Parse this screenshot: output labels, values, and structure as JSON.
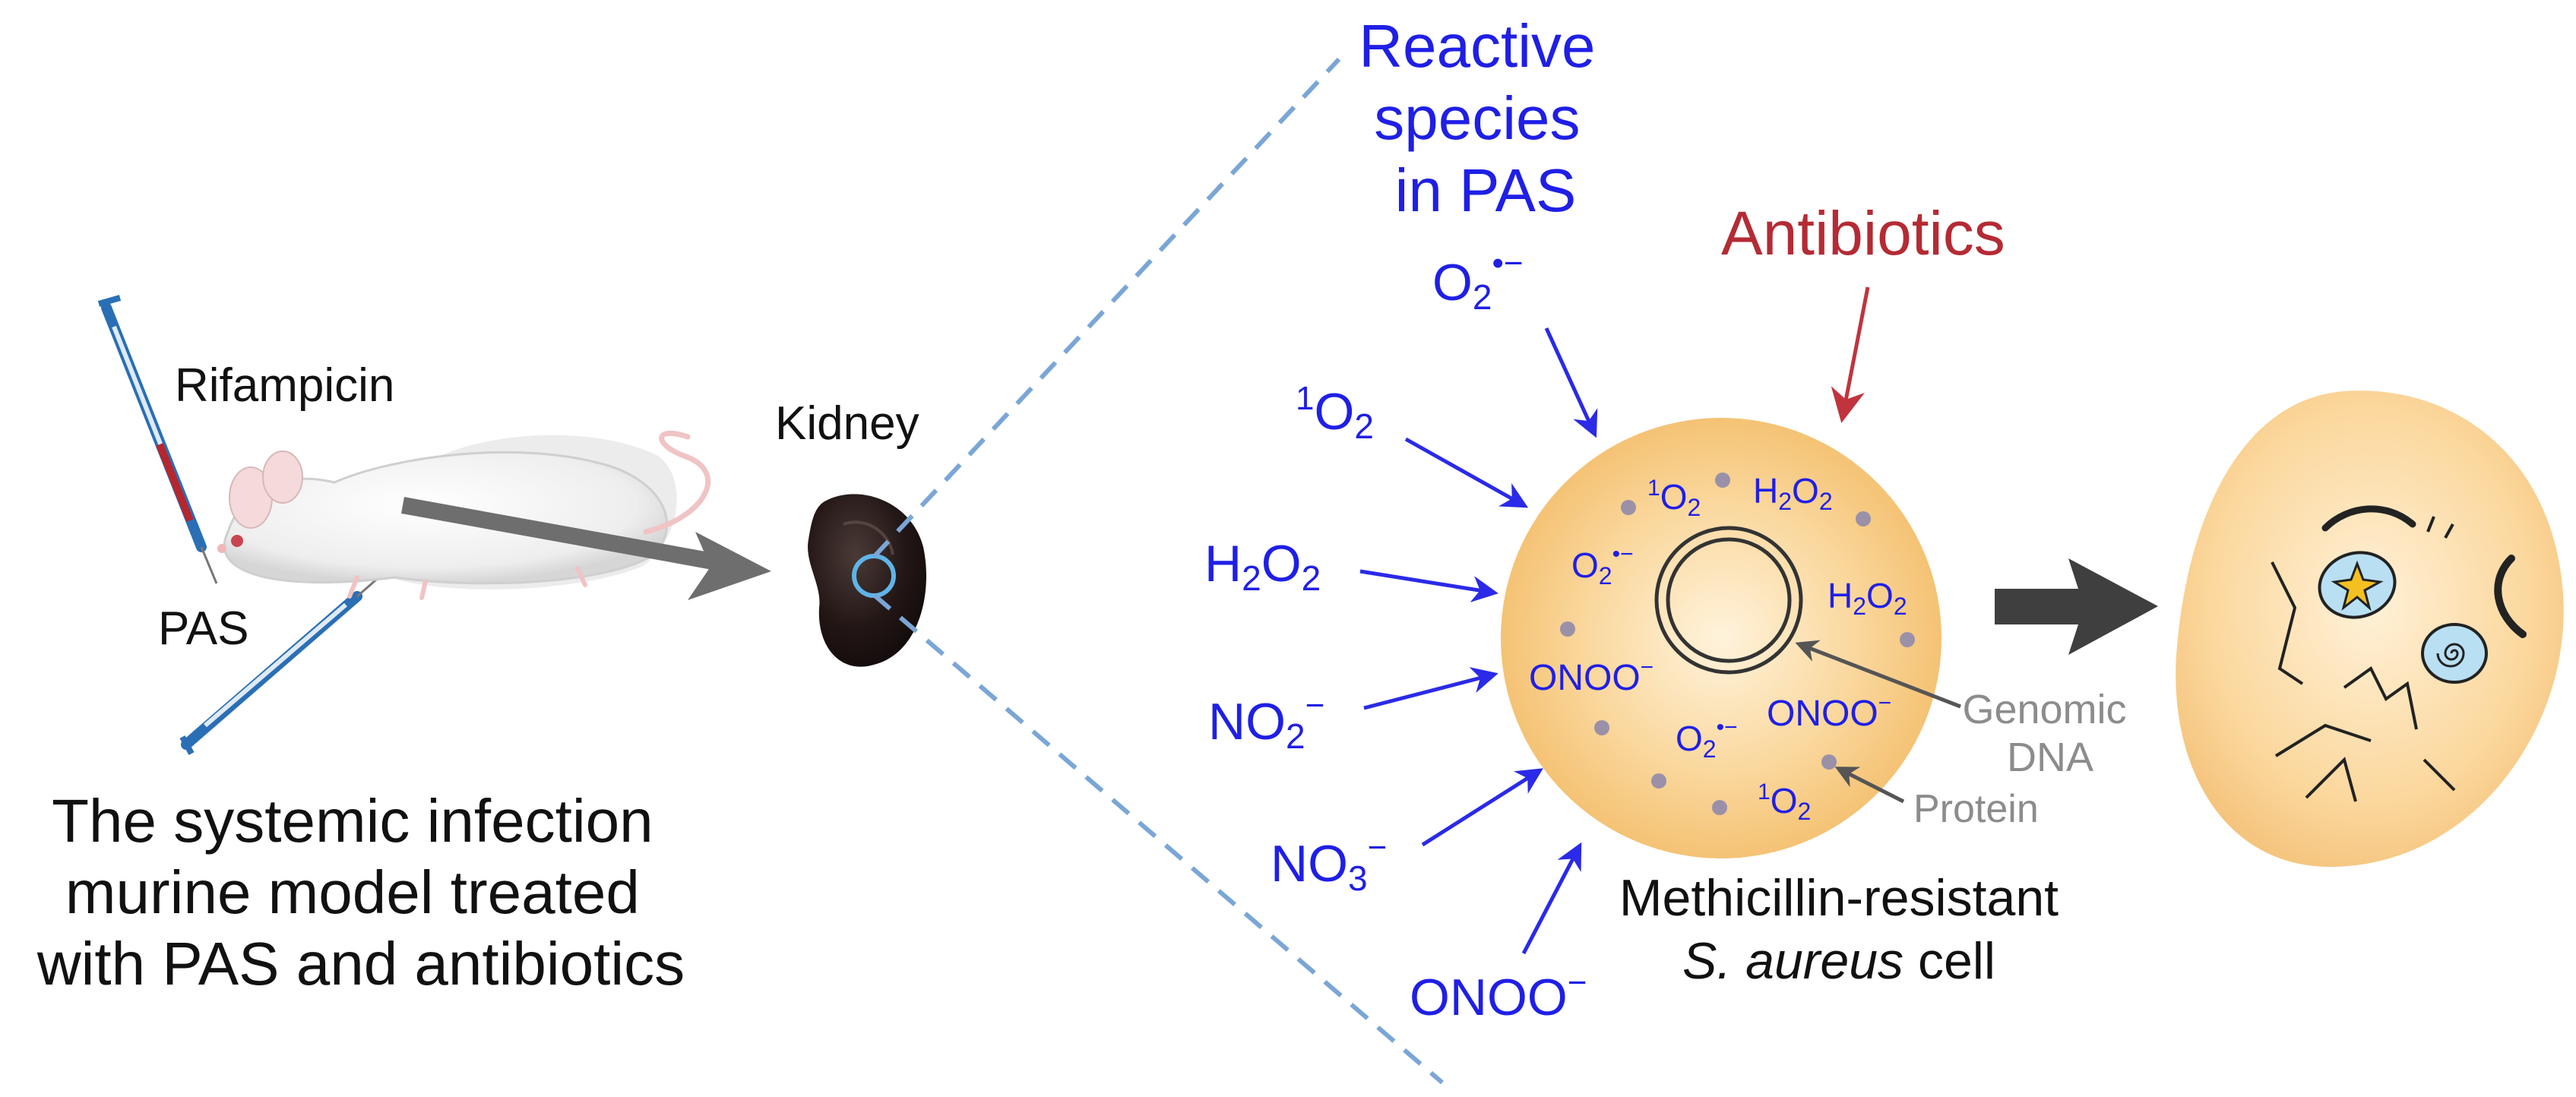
{
  "labels": {
    "rifampicin": "Rifampicin",
    "pas": "PAS",
    "caption": [
      "The systemic infection",
      "murine model treated",
      "with PAS and antibiotics"
    ],
    "kidney": "Kidney",
    "reactive_species": [
      "Reactive",
      "species",
      "in PAS"
    ],
    "antibiotics": "Antibiotics",
    "cell_caption_line1": "Methicillin-resistant",
    "cell_caption_italic": "S. aureus",
    "cell_caption_rest": " cell",
    "genomic_dna": [
      "Genomic",
      "DNA"
    ],
    "protein": "Protein"
  },
  "species": {
    "o2_superoxide": {
      "base": "O",
      "sub": "2",
      "sup": "•−"
    },
    "singlet_o2": {
      "pre_sup": "1",
      "base": "O",
      "sub": "2"
    },
    "h2o2": {
      "base1": "H",
      "sub1": "2",
      "base2": "O",
      "sub2": "2"
    },
    "no2": {
      "base": "NO",
      "sub": "2",
      "sup": "−"
    },
    "no3": {
      "base": "NO",
      "sub": "3",
      "sup": "−"
    },
    "onoo": {
      "base": "ONOO",
      "sup": "−"
    }
  },
  "colors": {
    "species_text": "#1f1fe6",
    "antibiotics": "#b42b34",
    "callout": "#8c8c8c",
    "cell_fill": "#f6c77f",
    "dashed_zoom": "#7aa6d6"
  }
}
